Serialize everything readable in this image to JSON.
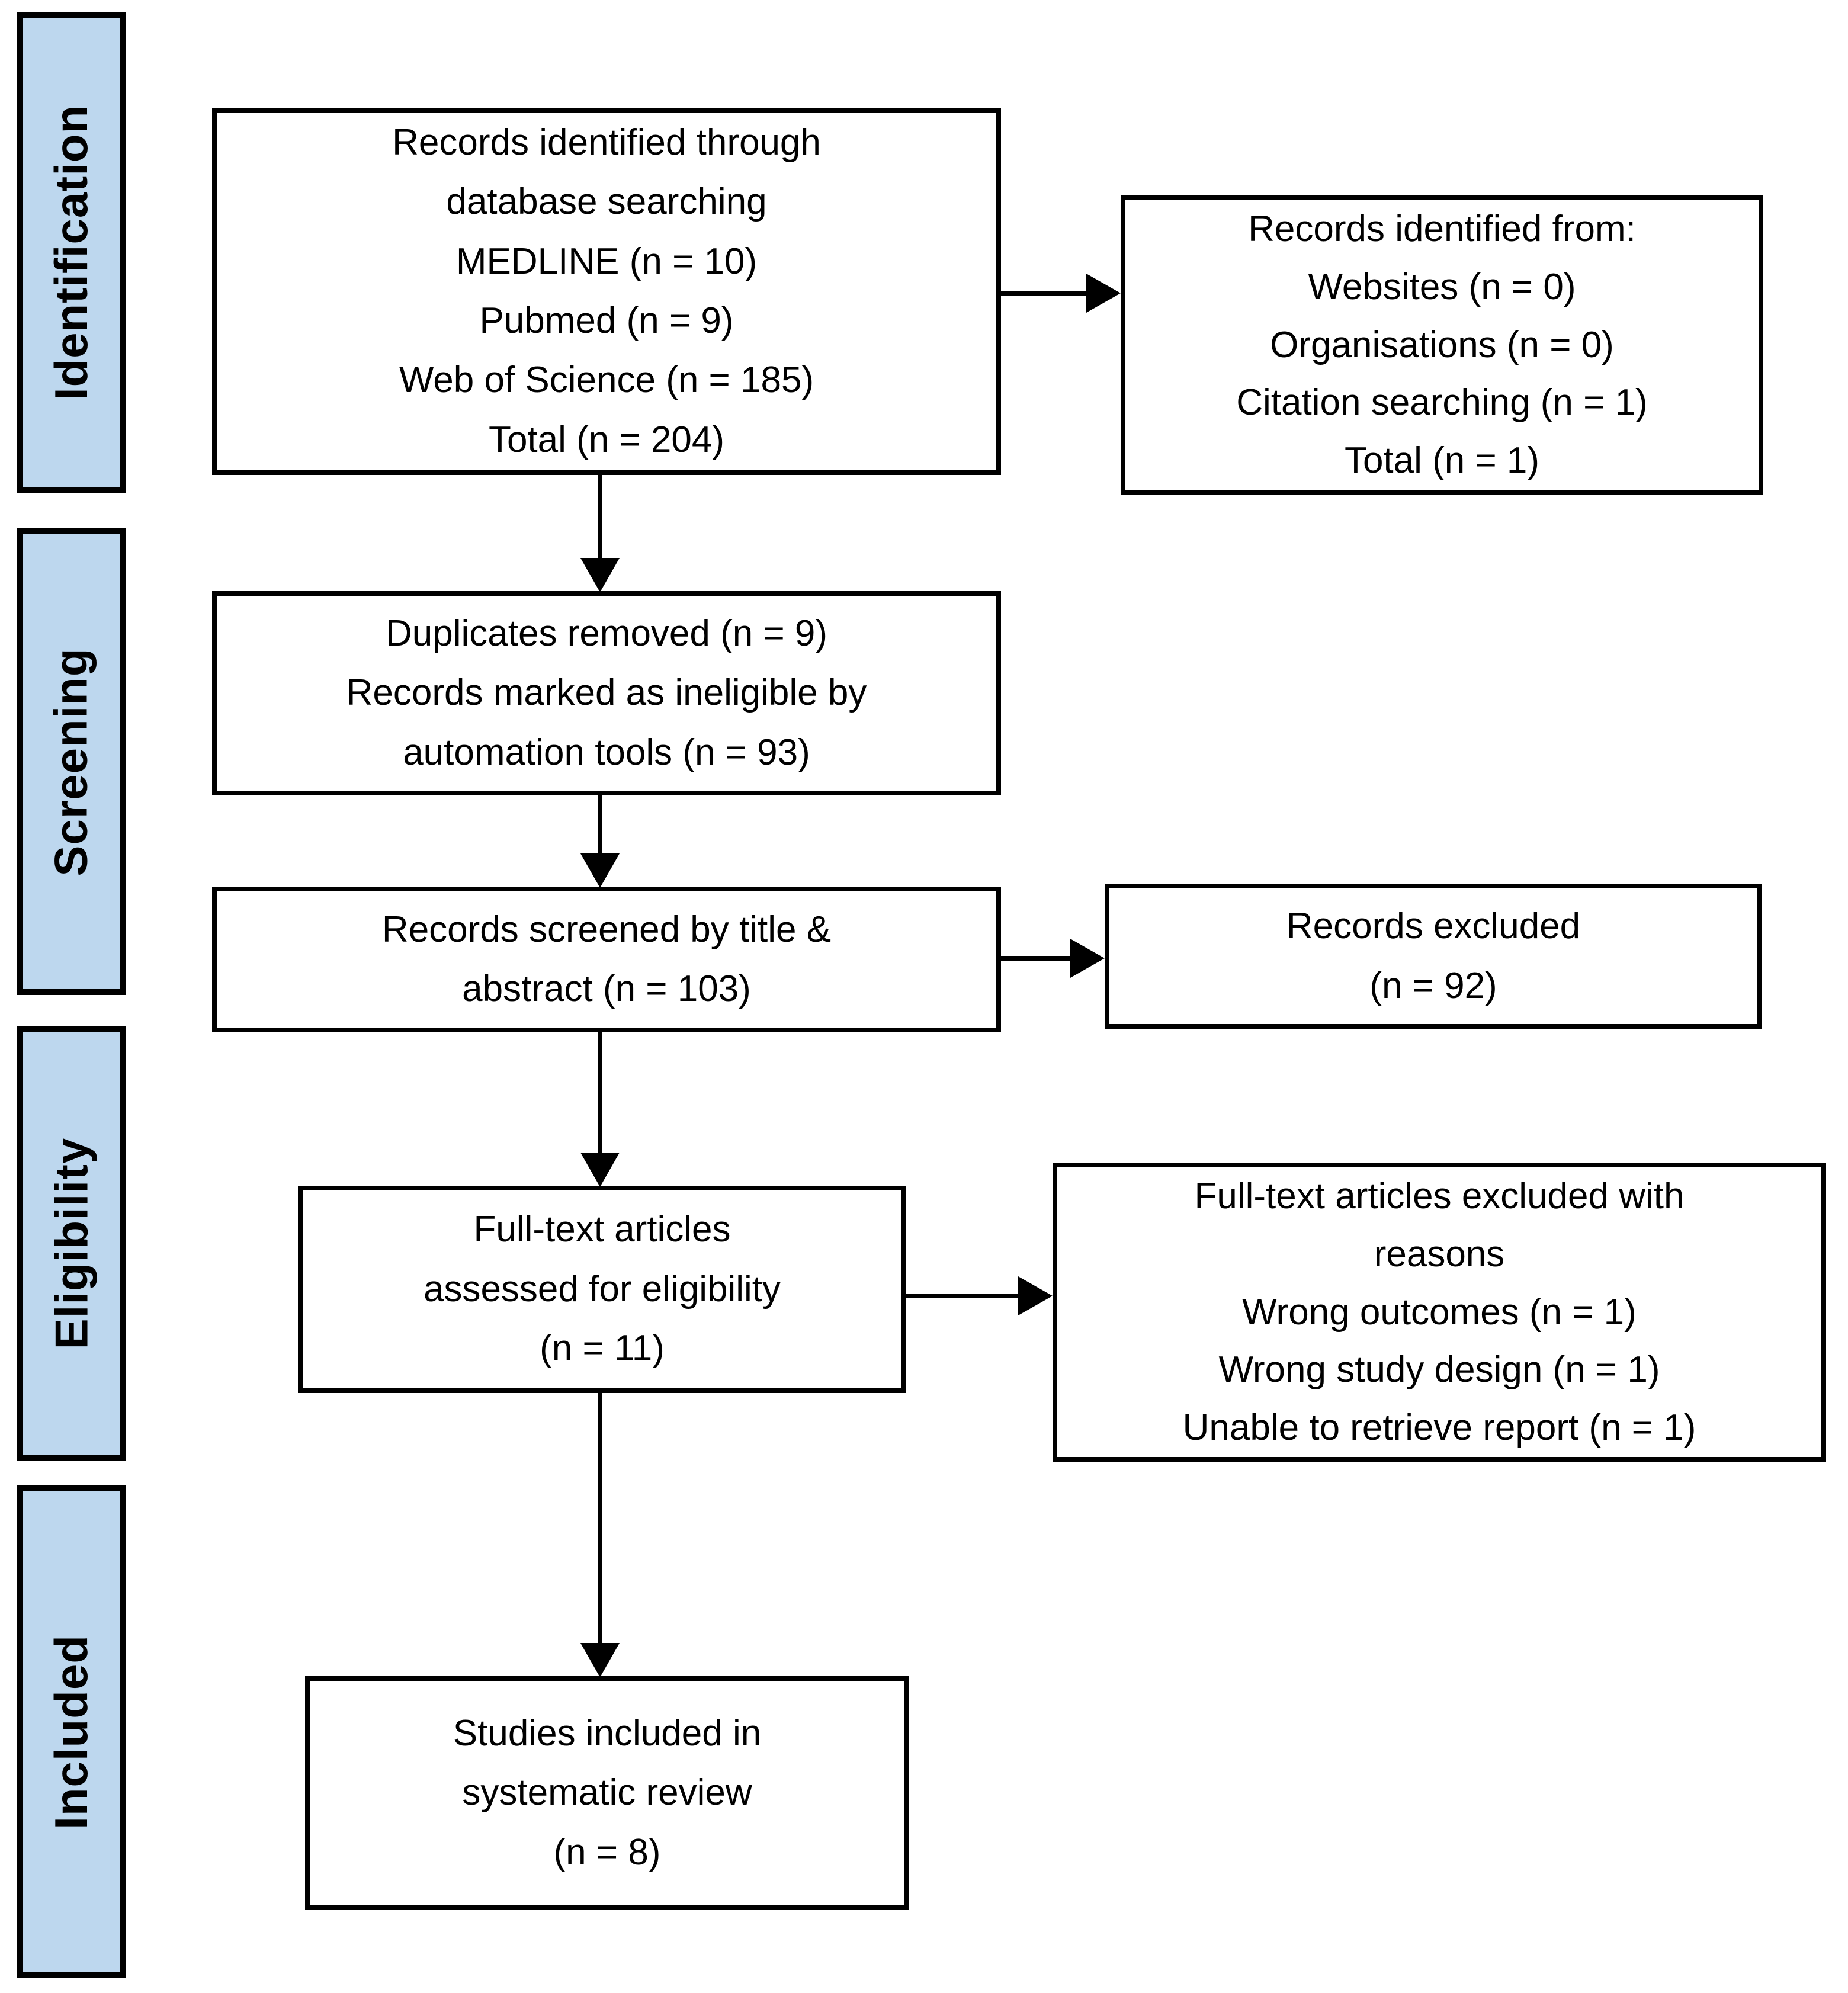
{
  "stages": [
    {
      "label": "Identification"
    },
    {
      "label": "Screening"
    },
    {
      "label": "Eligibility"
    },
    {
      "label": "Included"
    }
  ],
  "boxes": {
    "identified_db": {
      "lines": [
        "Records identified through",
        "database searching",
        "MEDLINE (n = 10)",
        "Pubmed (n = 9)",
        "Web of Science (n = 185)",
        "Total (n = 204)"
      ]
    },
    "identified_other": {
      "lines": [
        "Records identified from:",
        "Websites (n = 0)",
        "Organisations (n = 0)",
        "Citation searching (n = 1)",
        "Total (n = 1)"
      ]
    },
    "duplicates_removed": {
      "lines": [
        "Duplicates removed (n = 9)",
        "Records marked as ineligible by",
        "automation tools (n = 93)"
      ]
    },
    "records_screened": {
      "lines": [
        "Records screened by title &",
        "abstract (n = 103)"
      ]
    },
    "records_excluded": {
      "lines": [
        "Records excluded",
        "(n = 92)"
      ]
    },
    "fulltext_assessed": {
      "lines": [
        "Full-text articles",
        "assessed for eligibility",
        "(n = 11)"
      ]
    },
    "fulltext_excluded": {
      "lines": [
        "Full-text articles excluded with",
        "reasons",
        "Wrong outcomes (n = 1)",
        "Wrong study design (n = 1)",
        "Unable to retrieve report (n = 1)"
      ]
    },
    "studies_included": {
      "lines": [
        "Studies included in",
        "systematic review",
        "(n = 8)"
      ]
    }
  },
  "colors": {
    "stage_fill": "#BDD7EE",
    "box_fill": "#FFFFFF",
    "line": "#000000"
  }
}
